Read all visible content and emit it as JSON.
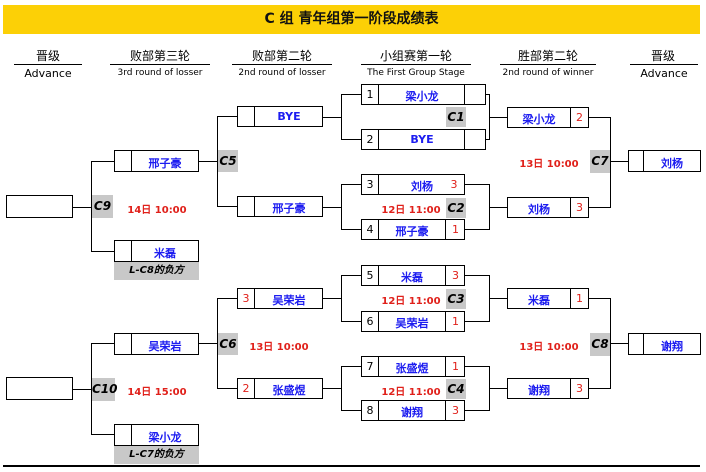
{
  "title": "C 组       青年组第一阶段成绩表",
  "headers": {
    "advance_left": {
      "cn": "晋级",
      "en": "Advance"
    },
    "loser_r3": {
      "cn": "败部第三轮",
      "en": "3rd round of losser"
    },
    "loser_r2": {
      "cn": "败部第二轮",
      "en": "2nd round of losser"
    },
    "group_r1": {
      "cn": "小组赛第一轮",
      "en": "The First Group Stage"
    },
    "winner_r2": {
      "cn": "胜部第二轮",
      "en": "2nd round of winner"
    },
    "advance_right": {
      "cn": "晋级",
      "en": "Advance"
    }
  },
  "group_stage": [
    {
      "seed": "1",
      "name": "梁小龙",
      "score": ""
    },
    {
      "seed": "2",
      "name": "BYE",
      "score": ""
    },
    {
      "seed": "3",
      "name": "刘杨",
      "score": "3"
    },
    {
      "seed": "4",
      "name": "邢子豪",
      "score": "1"
    },
    {
      "seed": "5",
      "name": "米磊",
      "score": "3"
    },
    {
      "seed": "6",
      "name": "吴荣岩",
      "score": "1"
    },
    {
      "seed": "7",
      "name": "张盛煜",
      "score": "1"
    },
    {
      "seed": "8",
      "name": "谢翔",
      "score": "3"
    }
  ],
  "group_matches": [
    {
      "code": "C1",
      "time": ""
    },
    {
      "code": "C2",
      "time": "12日 11:00"
    },
    {
      "code": "C3",
      "time": "12日 11:00"
    },
    {
      "code": "C4",
      "time": "12日 11:00"
    }
  ],
  "winner_r2": [
    {
      "name": "梁小龙",
      "score": "2"
    },
    {
      "name": "刘杨",
      "score": "3"
    },
    {
      "name": "米磊",
      "score": "1"
    },
    {
      "name": "谢翔",
      "score": "3"
    }
  ],
  "winner_matches": [
    {
      "code": "C7",
      "time": "13日 10:00"
    },
    {
      "code": "C8",
      "time": "13日 10:00"
    }
  ],
  "advance_right": [
    "刘杨",
    "谢翔"
  ],
  "loser_r2": [
    {
      "name": "BYE",
      "score": ""
    },
    {
      "name": "邢子豪",
      "score": ""
    },
    {
      "name": "吴荣岩",
      "score": "3"
    },
    {
      "name": "张盛煜",
      "score": "2"
    }
  ],
  "loser_r2_matches": [
    {
      "code": "C5",
      "time": ""
    },
    {
      "code": "C6",
      "time": "13日 10:00"
    }
  ],
  "loser_r3": [
    {
      "name": "邢子豪"
    },
    {
      "name": "米磊"
    },
    {
      "name": "吴荣岩"
    },
    {
      "name": "梁小龙"
    }
  ],
  "loser_r3_matches": [
    {
      "code": "C9",
      "time": "14日 10:00"
    },
    {
      "code": "C10",
      "time": "14日 15:00"
    }
  ],
  "loser_notes": [
    "L-C8的负方",
    "L-C7的负方"
  ],
  "advance_left": [
    "",
    ""
  ]
}
